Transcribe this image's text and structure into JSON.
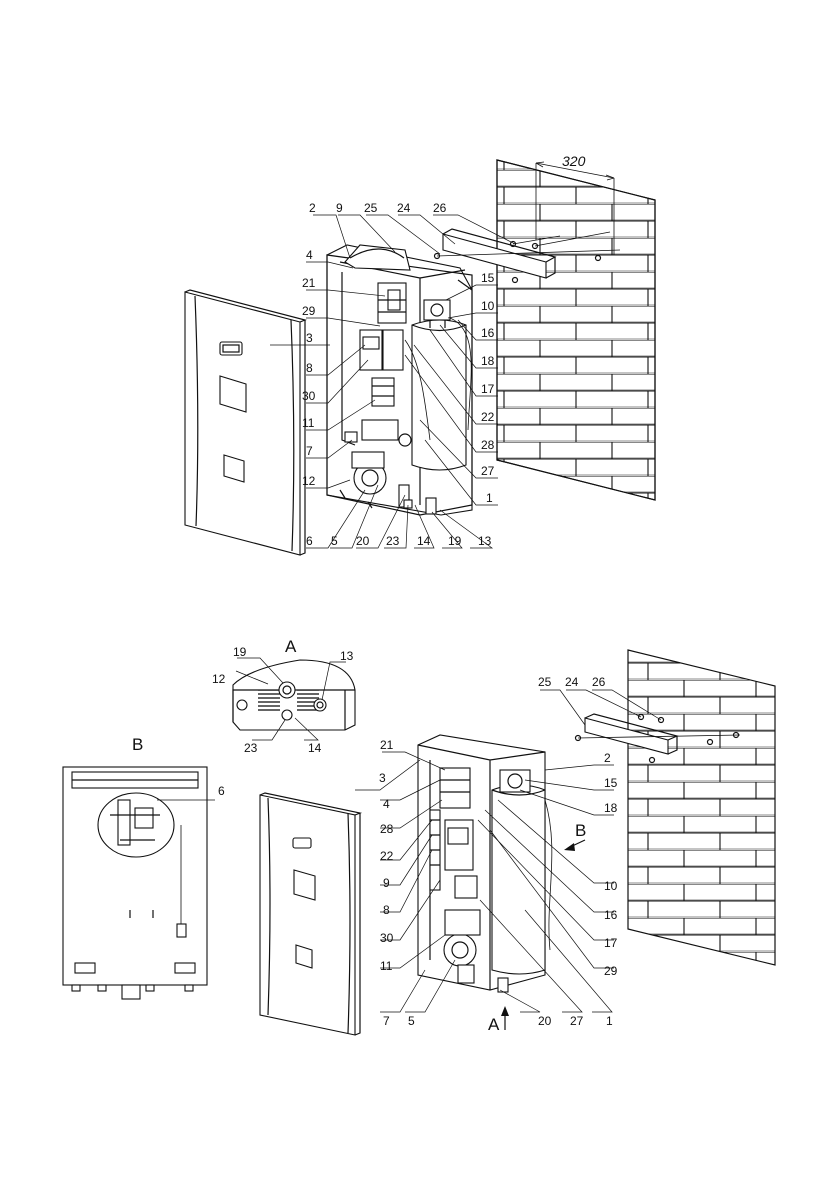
{
  "top_view": {
    "dimension": "320",
    "callouts": [
      "2",
      "9",
      "25",
      "24",
      "26",
      "4",
      "21",
      "29",
      "3",
      "8",
      "30",
      "11",
      "7",
      "12",
      "6",
      "5",
      "20",
      "23",
      "14",
      "19",
      "13",
      "15",
      "10",
      "16",
      "18",
      "17",
      "22",
      "28",
      "27",
      "1"
    ]
  },
  "bottom_view": {
    "view_a_label": "A",
    "view_b_label": "B",
    "detail_a_callouts": [
      "19",
      "13",
      "12",
      "23",
      "14"
    ],
    "detail_b_callouts": [
      "6"
    ],
    "wall_callouts": [
      "25",
      "24",
      "26"
    ],
    "main_callouts": [
      "21",
      "2",
      "3",
      "4",
      "15",
      "28",
      "18",
      "22",
      "9",
      "10",
      "8",
      "16",
      "30",
      "17",
      "11",
      "29",
      "7",
      "5",
      "20",
      "27",
      "1"
    ],
    "arrow_a_label": "A",
    "arrow_b_label": "B"
  }
}
